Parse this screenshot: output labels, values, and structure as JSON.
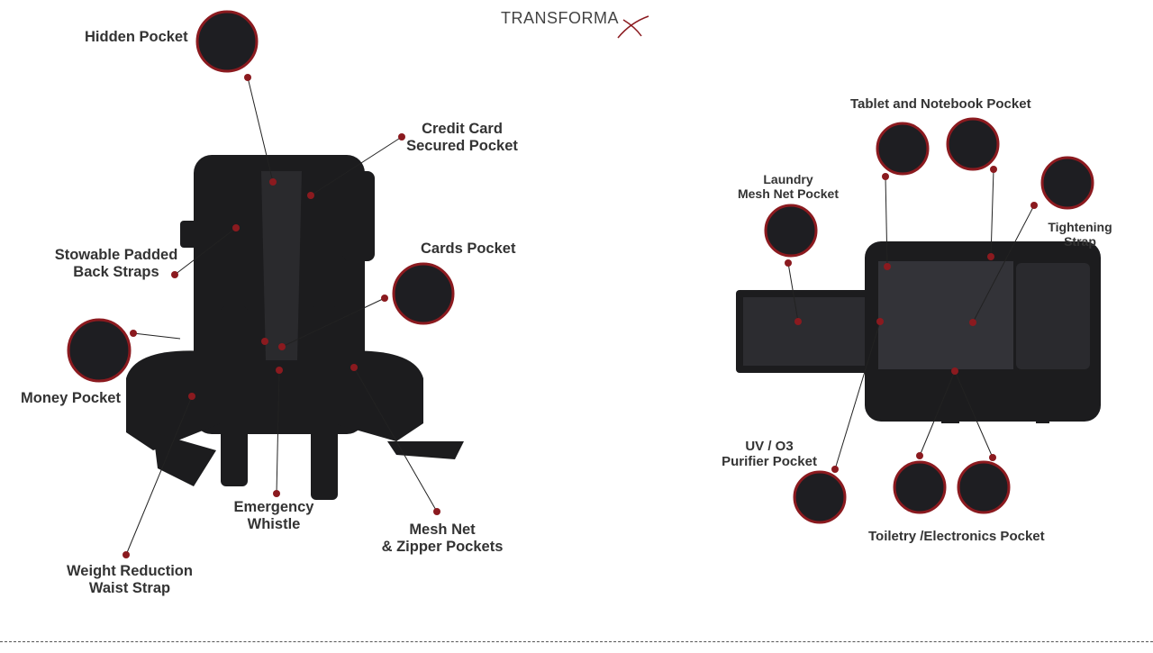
{
  "brand": {
    "logo": "TRANSFORMAX",
    "logo_text": "TRANSFORMA",
    "accent": "#8b1a1f"
  },
  "left_labels": {
    "hidden_pocket": "Hidden Pocket",
    "credit_card_1": "Credit Card",
    "credit_card_2": "Secured Pocket",
    "stowable_1": "Stowable Padded",
    "stowable_2": "Back Straps",
    "cards_pocket": "Cards Pocket",
    "money_pocket": "Money Pocket",
    "whistle_1": "Emergency",
    "whistle_2": "Whistle",
    "mesh_1": "Mesh Net",
    "mesh_2": "& Zipper Pockets",
    "waist_1": "Weight Reduction",
    "waist_2": "Waist Strap"
  },
  "right_labels": {
    "tablet": "Tablet and Notebook Pocket",
    "laundry_1": "Laundry",
    "laundry_2": "Mesh Net Pocket",
    "tightening_1": "Tightening",
    "tightening_2": "Strap",
    "uv_1": "UV / O3",
    "uv_2": "Purifier Pocket",
    "toiletry": "Toiletry /Electronics Pocket"
  }
}
